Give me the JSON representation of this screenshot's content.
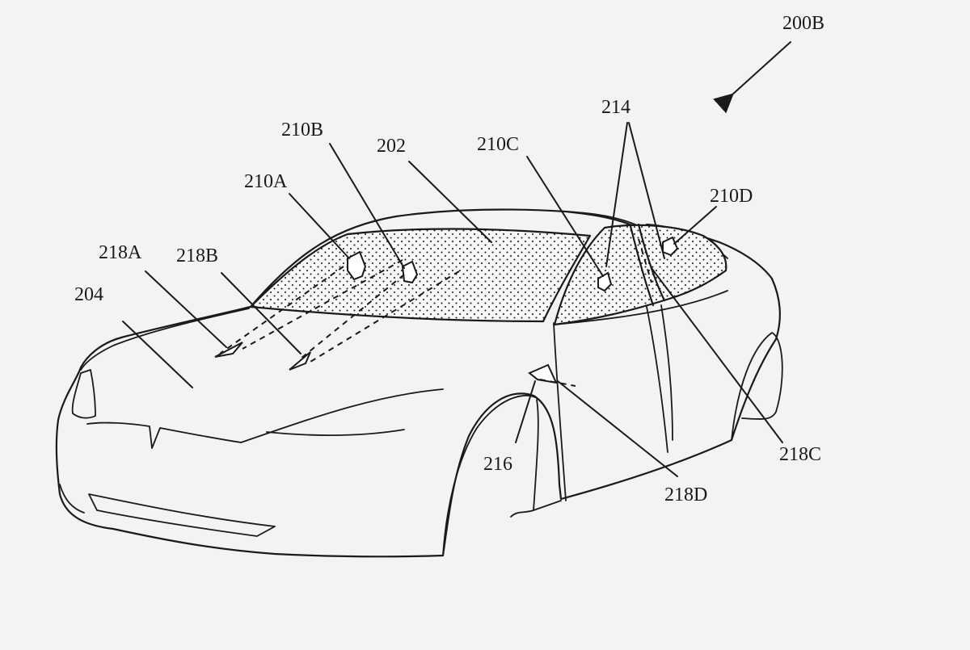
{
  "figure": {
    "label": "200B",
    "reference_numerals": {
      "windshield": "202",
      "hood": "204",
      "sensor_a": "210A",
      "sensor_b": "210B",
      "sensor_c": "210C",
      "sensor_d": "210D",
      "side_windows": "214",
      "door_sensor": "216",
      "beam_a": "218A",
      "beam_b": "218B",
      "beam_c": "218C",
      "beam_d": "218D"
    }
  }
}
